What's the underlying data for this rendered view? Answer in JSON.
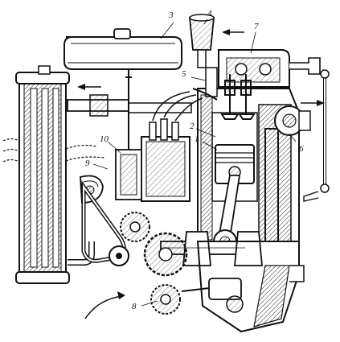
{
  "labels": {
    "l1": "1",
    "l2": "2",
    "l3": "3",
    "l4": "4",
    "l5": "5",
    "l6": "6",
    "l7": "7",
    "l8": "8",
    "l9": "9",
    "l10": "10"
  },
  "colors": {
    "ink": "#1a1a1a",
    "paper": "#ffffff",
    "shade": "#8c8c8c",
    "dark": "#3a3a3a"
  }
}
